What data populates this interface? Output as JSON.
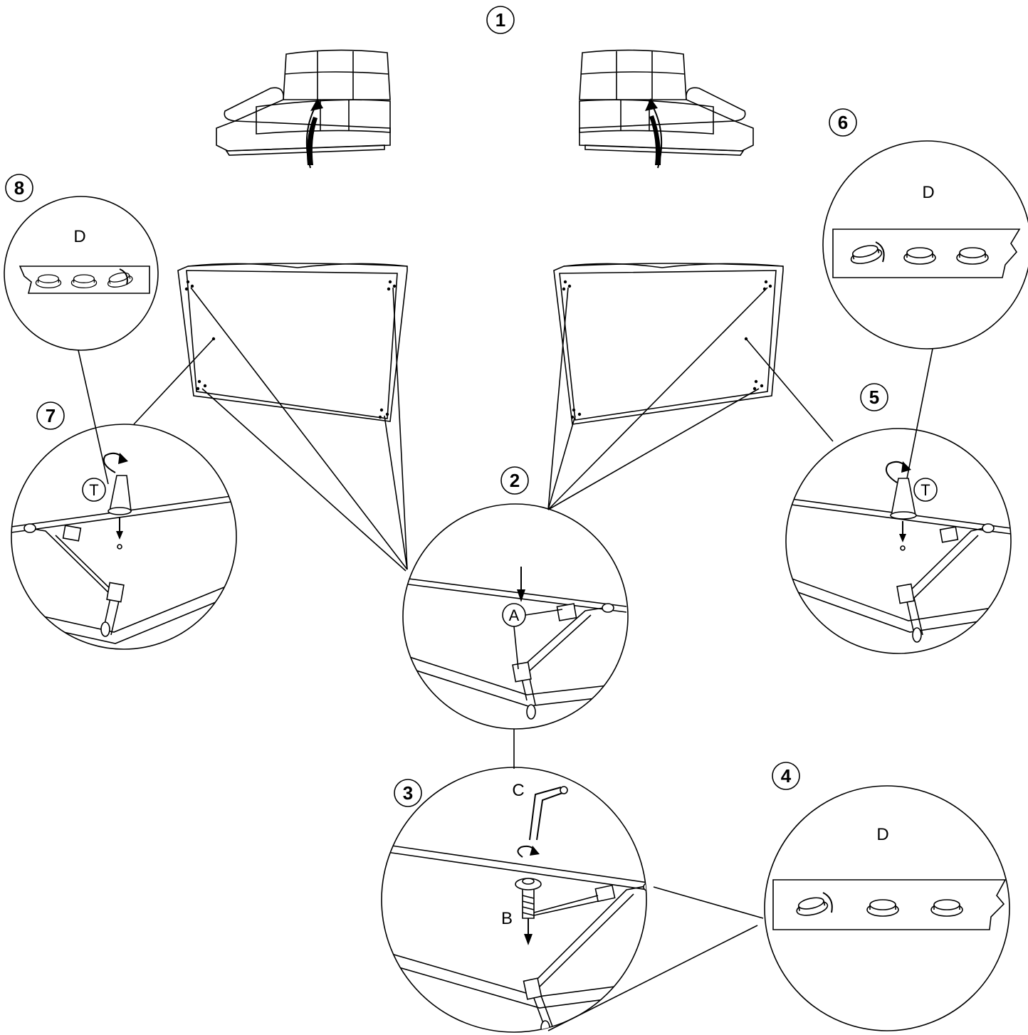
{
  "steps": {
    "s1": "1",
    "s2": "2",
    "s3": "3",
    "s4": "4",
    "s5": "5",
    "s6": "6",
    "s7": "7",
    "s8": "8"
  },
  "parts": {
    "a": "A",
    "b": "B",
    "c": "C",
    "d": "D",
    "t": "T"
  },
  "colors": {
    "ink": "#000000",
    "paper": "#ffffff"
  }
}
